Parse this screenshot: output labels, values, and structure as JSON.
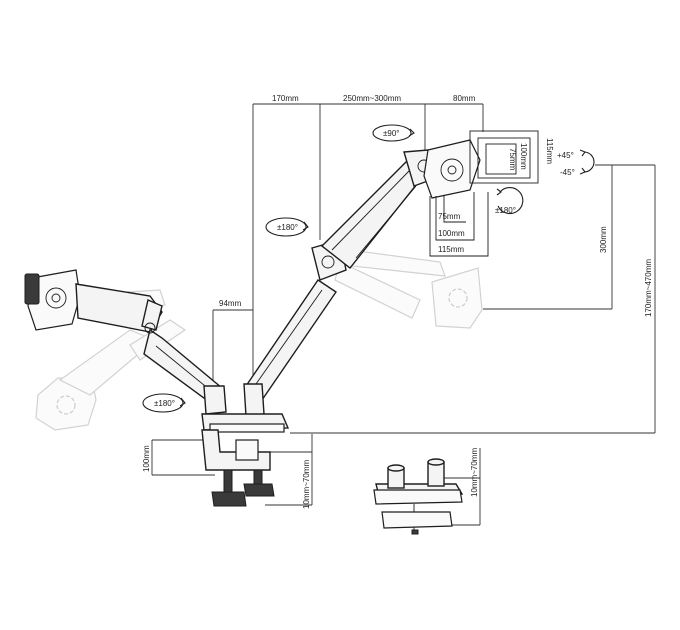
{
  "dimensions": {
    "top_170": "170mm",
    "top_250_300": "250mm~300mm",
    "top_80": "80mm",
    "height_300": "300mm",
    "height_170_470": "170mm~470mm",
    "pole_94": "94mm",
    "clamp_100": "100mm",
    "clamp_10_70": "10mm~70mm",
    "grommet_10_70": "10mm~70mm"
  },
  "vesa": {
    "w_75": "75mm",
    "w_100": "100mm",
    "w_115": "115mm",
    "h_115": "115mm",
    "h_100": "100mm",
    "h_75": "75mm"
  },
  "rotations": {
    "tilt_90": "±90°",
    "swivel_180_upper": "±180°",
    "rotate_180_vesa": "±180°",
    "swivel_180_lower": "±180°",
    "tilt_plus_45": "+45°",
    "tilt_minus_45": "-45°"
  }
}
